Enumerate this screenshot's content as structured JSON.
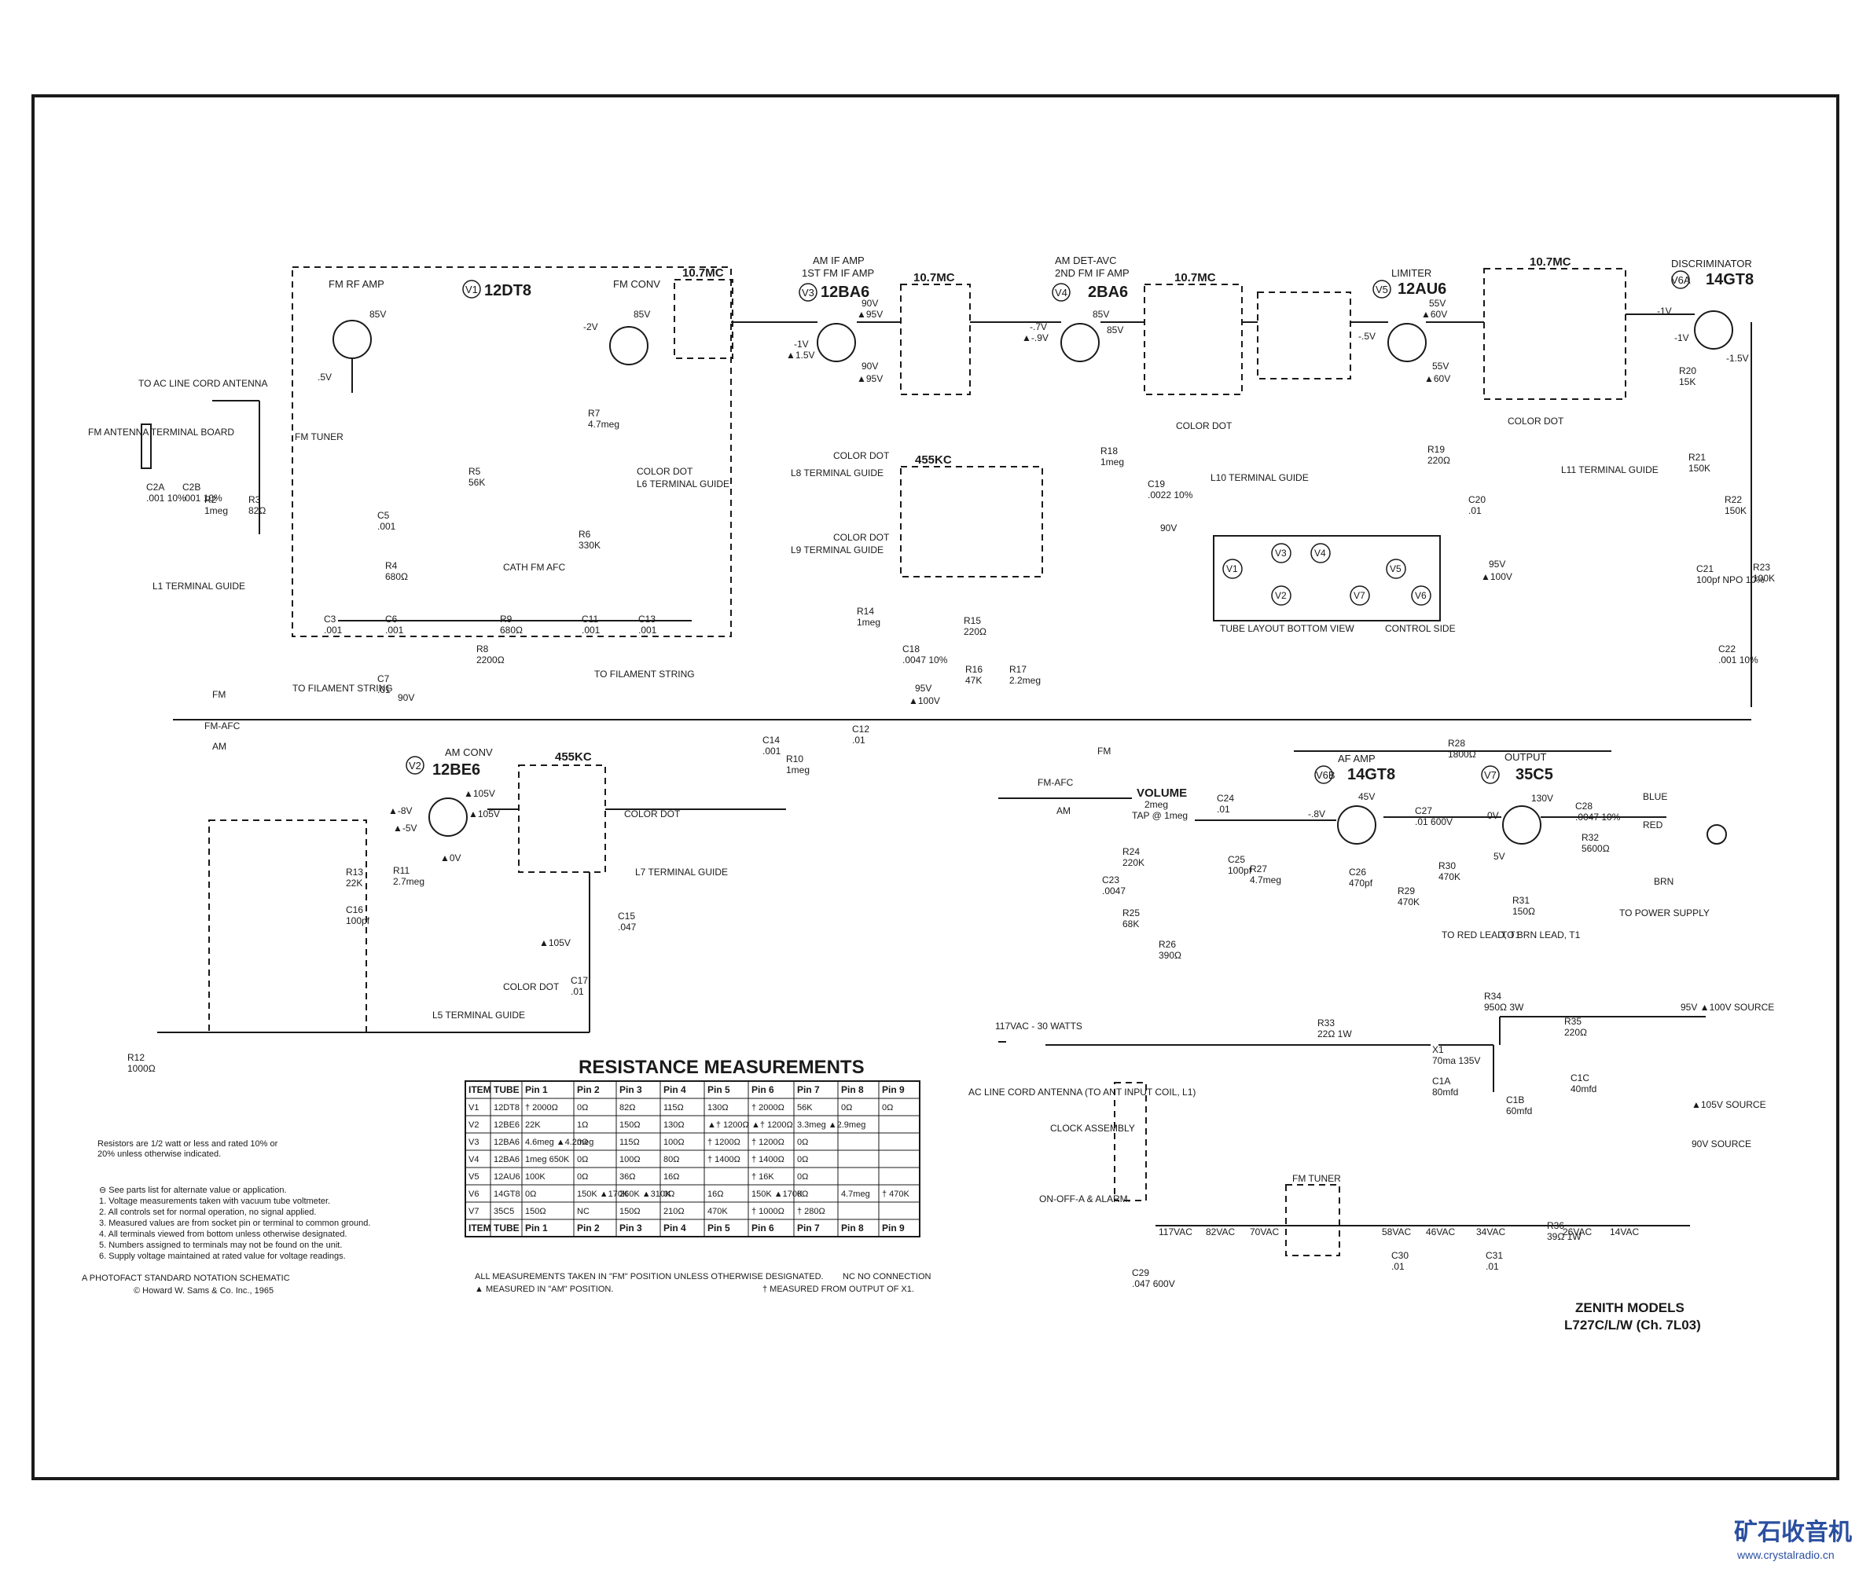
{
  "sections": {
    "fm_rf_amp": "FM RF AMP",
    "fm_conv": "FM CONV",
    "fm_tuner": "FM TUNER",
    "am_conv": "AM CONV",
    "af_amp": "AF AMP",
    "output": "OUTPUT",
    "limiter": "LIMITER",
    "discriminator": "DISCRIMINATOR",
    "am_if_amp": "AM IF AMP",
    "first_fm_if_amp": "1ST FM IF AMP",
    "am_det_avc": "AM DET-AVC",
    "second_fm_if_amp": "2ND FM IF AMP",
    "volume": "VOLUME",
    "volume_value": "2meg",
    "volume_tap": "TAP @ 1meg"
  },
  "tubes": [
    {
      "id": "V1",
      "type": "12DT8"
    },
    {
      "id": "V2",
      "type": "12BE6"
    },
    {
      "id": "V3",
      "type": "12BA6"
    },
    {
      "id": "V4",
      "type": "2BA6"
    },
    {
      "id": "V5",
      "type": "12AU6"
    },
    {
      "id": "V6A",
      "type": "14GT8"
    },
    {
      "id": "V6B",
      "type": "14GT8"
    },
    {
      "id": "V7",
      "type": "35C5"
    }
  ],
  "transformers": {
    "t1": "10.7MC",
    "t2": "10.7MC",
    "t3": "10.7MC",
    "t4": "10.7MC",
    "am1": "455KC",
    "am2": "455KC"
  },
  "antenna": {
    "ac_line_cord": "TO AC LINE CORD ANTENNA",
    "fm_board": "FM ANTENNA TERMINAL BOARD",
    "ac_line_cord_input": "AC LINE CORD ANTENNA (TO ANT INPUT COIL, L1)"
  },
  "terminal_guides": {
    "l1": "L1 TERMINAL GUIDE",
    "l5": "L5 TERMINAL GUIDE",
    "l6": "L6 TERMINAL GUIDE",
    "l7": "L7 TERMINAL GUIDE",
    "l8": "L8 TERMINAL GUIDE",
    "l9": "L9 TERMINAL GUIDE",
    "l10": "L10 TERMINAL GUIDE",
    "l11": "L11 TERMINAL GUIDE",
    "color_dot": "COLOR DOT"
  },
  "tube_layout": {
    "title": "TUBE LAYOUT BOTTOM VIEW",
    "control_side": "CONTROL SIDE",
    "positions": [
      "V1",
      "V2",
      "V3",
      "V4",
      "V7",
      "V5",
      "V6"
    ]
  },
  "labels": {
    "to_filament_string": "TO FILAMENT STRING",
    "cath_fm_afc": "CATH FM AFC",
    "fm": "FM",
    "fm_afc": "FM-AFC",
    "am": "AM",
    "power_input": "117VAC - 30 WATTS",
    "clock_assembly": "CLOCK ASSEMBLY",
    "on_off_alarm": "ON-OFF-A & ALARM.",
    "to_power_supply": "TO POWER SUPPLY",
    "to_red_lead": "TO RED LEAD, T1",
    "to_brn_lead": "TO BRN LEAD, T1",
    "source_95": "95V ▲100V SOURCE",
    "source_105": "▲105V SOURCE",
    "source_90": "90V SOURCE",
    "blue": "BLUE",
    "red": "RED",
    "brn": "BRN",
    "filament": [
      "117VAC",
      "82VAC",
      "70VAC",
      "58VAC",
      "46VAC",
      "34VAC",
      "26VAC",
      "14VAC"
    ]
  },
  "resistance_table": {
    "title": "RESISTANCE MEASUREMENTS",
    "headers": [
      "ITEM",
      "TUBE",
      "Pin 1",
      "Pin 2",
      "Pin 3",
      "Pin 4",
      "Pin 5",
      "Pin 6",
      "Pin 7",
      "Pin 8",
      "Pin 9"
    ],
    "rows": [
      [
        "V1",
        "12DT8",
        "† 2000Ω",
        "0Ω",
        "82Ω",
        "115Ω",
        "130Ω",
        "† 2000Ω",
        "56K",
        "0Ω",
        "0Ω"
      ],
      [
        "V2",
        "12BE6",
        "22K",
        "1Ω",
        "150Ω",
        "130Ω",
        "▲† 1200Ω",
        "▲† 1200Ω",
        "3.3meg ▲2.9meg",
        "",
        ""
      ],
      [
        "V3",
        "12BA6",
        "4.6meg ▲4.2meg",
        "0Ω",
        "115Ω",
        "100Ω",
        "† 1200Ω",
        "† 1200Ω",
        "0Ω",
        "",
        ""
      ],
      [
        "V4",
        "12BA6",
        "1meg 650K",
        "0Ω",
        "100Ω",
        "80Ω",
        "† 1400Ω",
        "† 1400Ω",
        "0Ω",
        "",
        ""
      ],
      [
        "V5",
        "12AU6",
        "100K",
        "0Ω",
        "36Ω",
        "16Ω",
        "",
        "† 16K",
        "0Ω",
        "",
        ""
      ],
      [
        "V6",
        "14GT8",
        "0Ω",
        "150K ▲170K",
        "260K ▲310K",
        "0Ω",
        "16Ω",
        "150K ▲170K",
        "0Ω",
        "4.7meg",
        "† 470K"
      ],
      [
        "V7",
        "35C5",
        "150Ω",
        "NC",
        "150Ω",
        "210Ω",
        "470K",
        "† 1000Ω",
        "† 280Ω",
        "",
        ""
      ]
    ],
    "footer_note": "ALL MEASUREMENTS TAKEN IN \"FM\" POSITION UNLESS OTHERWISE DESIGNATED.",
    "nc_note": "NC   NO CONNECTION",
    "am_note": "▲ MEASURED IN \"AM\" POSITION.",
    "x1_note": "†  MEASURED FROM OUTPUT OF X1."
  },
  "notes": {
    "resistors": "Resistors are 1/2 watt or less and rated 10% or 20% unless otherwise indicated.",
    "list": [
      "⊖  See parts list for alternate value or application.",
      "1.  Voltage measurements taken with vacuum tube voltmeter.",
      "2.  All controls set for normal operation, no signal applied.",
      "3.  Measured values are from socket pin or terminal to common ground.",
      "4.  All terminals viewed from bottom unless otherwise designated.",
      "5.  Numbers assigned to terminals may not be found on the unit.",
      "6.  Supply voltage maintained at rated value for voltage readings."
    ],
    "photofact": "A PHOTOFACT STANDARD NOTATION SCHEMATIC",
    "copyright": "© Howard W. Sams & Co. Inc., 1965"
  },
  "model": {
    "line1": "ZENITH MODELS",
    "line2": "L727C/L/W (Ch. 7L03)"
  },
  "watermark": {
    "cn": "矿石收音机",
    "url": "www.crystalradio.cn"
  },
  "components": [
    {
      "ref": "C2A",
      "value": ".001 10%"
    },
    {
      "ref": "C2B",
      "value": ".001 10%"
    },
    {
      "ref": "R2",
      "value": "1meg"
    },
    {
      "ref": "R3",
      "value": "82Ω"
    },
    {
      "ref": "C3",
      "value": ".001"
    },
    {
      "ref": "C5",
      "value": ".001"
    },
    {
      "ref": "C6",
      "value": ".001"
    },
    {
      "ref": "C7",
      "value": ".01"
    },
    {
      "ref": "R4",
      "value": "680Ω"
    },
    {
      "ref": "R5",
      "value": "56K"
    },
    {
      "ref": "R6",
      "value": "330K"
    },
    {
      "ref": "R7",
      "value": "4.7meg"
    },
    {
      "ref": "R8",
      "value": "2200Ω"
    },
    {
      "ref": "R9",
      "value": "680Ω"
    },
    {
      "ref": "C11",
      "value": ".001"
    },
    {
      "ref": "C13",
      "value": ".001"
    },
    {
      "ref": "C14",
      "value": ".001"
    },
    {
      "ref": "R10",
      "value": "1meg"
    },
    {
      "ref": "C12",
      "value": ".01"
    },
    {
      "ref": "R11",
      "value": "2.7meg"
    },
    {
      "ref": "R13",
      "value": "22K"
    },
    {
      "ref": "C16",
      "value": "100pf"
    },
    {
      "ref": "R12",
      "value": "1000Ω"
    },
    {
      "ref": "C15",
      "value": ".047"
    },
    {
      "ref": "C17",
      "value": ".01"
    },
    {
      "ref": "R14",
      "value": "1meg"
    },
    {
      "ref": "C18",
      "value": ".0047 10%"
    },
    {
      "ref": "R15",
      "value": "220Ω"
    },
    {
      "ref": "R16",
      "value": "47K"
    },
    {
      "ref": "R17",
      "value": "2.2meg"
    },
    {
      "ref": "R18",
      "value": "1meg"
    },
    {
      "ref": "C19",
      "value": ".0022 10%"
    },
    {
      "ref": "R19",
      "value": "220Ω"
    },
    {
      "ref": "C20",
      "value": ".01"
    },
    {
      "ref": "R20",
      "value": "15K"
    },
    {
      "ref": "R21",
      "value": "150K"
    },
    {
      "ref": "R22",
      "value": "150K"
    },
    {
      "ref": "C21",
      "value": "100pf NPO 10%"
    },
    {
      "ref": "R23",
      "value": "100K"
    },
    {
      "ref": "C22",
      "value": ".001 10%"
    },
    {
      "ref": "C24",
      "value": ".01"
    },
    {
      "ref": "R24",
      "value": "220K"
    },
    {
      "ref": "C23",
      "value": ".0047"
    },
    {
      "ref": "R25",
      "value": "68K"
    },
    {
      "ref": "R26",
      "value": "390Ω"
    },
    {
      "ref": "R27",
      "value": "4.7meg"
    },
    {
      "ref": "C25",
      "value": "100pf"
    },
    {
      "ref": "C26",
      "value": "470pf"
    },
    {
      "ref": "C27",
      "value": ".01 600V"
    },
    {
      "ref": "R29",
      "value": "470K"
    },
    {
      "ref": "R30",
      "value": "470K"
    },
    {
      "ref": "R28",
      "value": "1800Ω"
    },
    {
      "ref": "R31",
      "value": "150Ω"
    },
    {
      "ref": "C28",
      "value": ".0047 10%"
    },
    {
      "ref": "R32",
      "value": "5600Ω"
    },
    {
      "ref": "R33",
      "value": "22Ω 1W"
    },
    {
      "ref": "R34",
      "value": "950Ω 3W"
    },
    {
      "ref": "R35",
      "value": "220Ω"
    },
    {
      "ref": "C1A",
      "value": "80mfd"
    },
    {
      "ref": "C1B",
      "value": "60mfd"
    },
    {
      "ref": "C1C",
      "value": "40mfd"
    },
    {
      "ref": "X1",
      "value": "70ma 135V"
    },
    {
      "ref": "C29",
      "value": ".047 600V"
    },
    {
      "ref": "C30",
      "value": ".01"
    },
    {
      "ref": "C31",
      "value": ".01"
    },
    {
      "ref": "R36",
      "value": "39Ω 1W"
    }
  ],
  "voltages": {
    "v1_plate": "85V",
    "v1_grid": ".5V",
    "v1c_plate": "85V",
    "v1c_grid": "-2V",
    "v3_screen": "90V",
    "v3_plate": "90V",
    "v3_am": "▲95V",
    "v3_am2": "▲95V",
    "v3_cath": "-1V",
    "v3_cath_am": "▲1.5V",
    "v4_screen": "85V",
    "v4_plate": "85V",
    "v4_cath": "-.7V",
    "v4_cath_am": "▲-.9V",
    "v5_screen": "55V",
    "v5_screen_am": "▲60V",
    "v5_plate": "55V",
    "v5_plate_am": "▲60V",
    "v5_cath": "-.5V",
    "v6a_grid": "-1V",
    "v6a_grid2": "-1V",
    "v6a_cath": "-1.5V",
    "v6b_grid": "-.8V",
    "v6b_plate": "45V",
    "v7_grid": "0V",
    "v7_screen": "5V",
    "v7_plate": "130V",
    "b_90": "90V",
    "b_95": "95V",
    "b_100": "▲100V",
    "b_105": "▲105V",
    "v2_plate": "▲105V",
    "v2_screen": "▲105V",
    "v2_grid": "▲-8V",
    "v2_cath": "▲-5V",
    "v2_g": "▲0V"
  }
}
